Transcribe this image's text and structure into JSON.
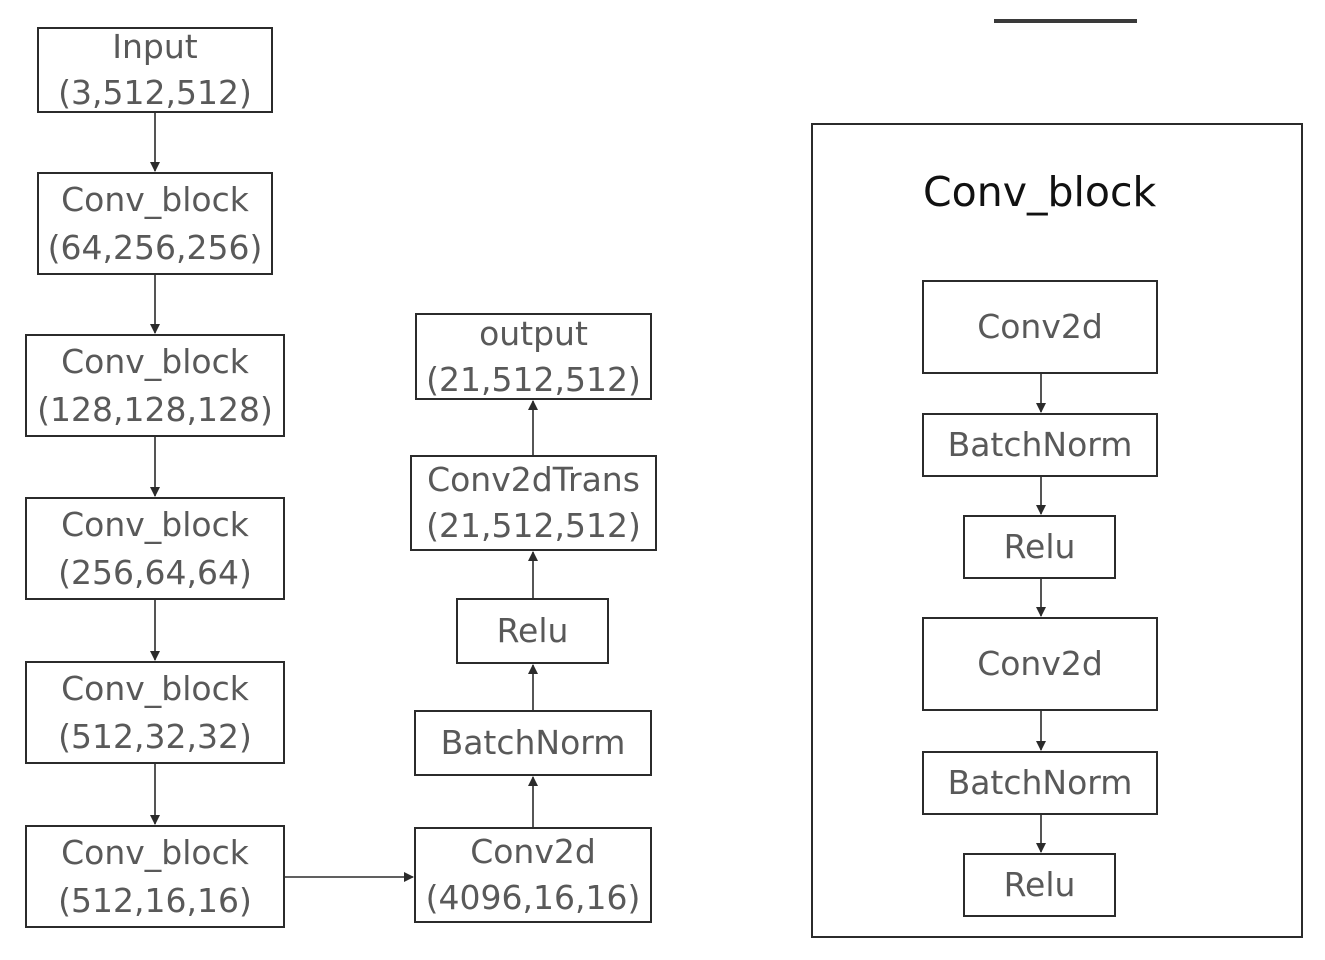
{
  "main_flow": {
    "input": {
      "name": "Input",
      "shape": "(3,512,512)"
    },
    "conv_block_1": {
      "name": "Conv_block",
      "shape": "(64,256,256)"
    },
    "conv_block_2": {
      "name": "Conv_block",
      "shape": "(128,128,128)"
    },
    "conv_block_3": {
      "name": "Conv_block",
      "shape": "(256,64,64)"
    },
    "conv_block_4": {
      "name": "Conv_block",
      "shape": "(512,32,32)"
    },
    "conv_block_5": {
      "name": "Conv_block",
      "shape": "(512,16,16)"
    }
  },
  "head_flow": {
    "conv2d": {
      "name": "Conv2d",
      "shape": "(4096,16,16)"
    },
    "batchnorm": {
      "name": "BatchNorm"
    },
    "relu": {
      "name": "Relu"
    },
    "conv2dtrans": {
      "name": "Conv2dTrans",
      "shape": "(21,512,512)"
    },
    "output": {
      "name": "output",
      "shape": "(21,512,512)"
    }
  },
  "conv_block_detail": {
    "title": "Conv_block",
    "layers": [
      "Conv2d",
      "BatchNorm",
      "Relu",
      "Conv2d",
      "BatchNorm",
      "Relu"
    ]
  },
  "colors": {
    "border": "#2b2b2b",
    "box_text": "#595959",
    "title_text": "#111111",
    "arrow": "#2b2b2b"
  }
}
